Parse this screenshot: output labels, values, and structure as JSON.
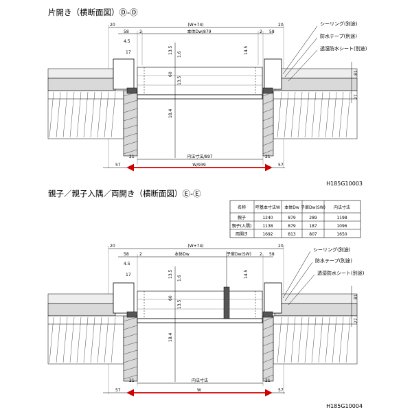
{
  "section1": {
    "title": "片開き（横断面図）Ⓓ-Ⓓ",
    "dims_top": {
      "total": "(W+74)",
      "d20_left": "20",
      "d20_right": "20",
      "d58_left": "58",
      "d58_right": "58",
      "d2_left": "2",
      "d2_right": "2",
      "body": "本体Dw/879",
      "v45": "4.5",
      "v17": "17"
    },
    "dims_inner": {
      "v135": "13.5",
      "v16": "1.6",
      "v145": "14.5",
      "v60": "60",
      "v135b": "13.5",
      "v184": "18.4"
    },
    "dims_right": {
      "r81": "81",
      "r27": "27"
    },
    "dims_bottom": {
      "d21_left": "21",
      "d21_right": "21",
      "inner": "内法寸法/897",
      "width": "W/939",
      "d57_left": "57",
      "d57_right": "57"
    },
    "callouts": [
      "シーリング(別途)",
      "防水テープ(別途)",
      "透湿防水シート(別途)"
    ],
    "code": "H185G10003"
  },
  "section2": {
    "title": "親子／親子入隅／両開き（横断面図）Ⓔ-Ⓔ",
    "table": {
      "headers": [
        "名称",
        "呼基本寸法W",
        "本体Dw",
        "子扉Dw(SW)",
        "内法寸法"
      ],
      "rows": [
        [
          "親子",
          "1240",
          "879",
          "289",
          "1198"
        ],
        [
          "親子(入隅)",
          "1138",
          "879",
          "187",
          "1096"
        ],
        [
          "両開き",
          "1692",
          "813",
          "807",
          "1650"
        ]
      ]
    },
    "dims_top": {
      "total": "(W+74)",
      "d20_left": "20",
      "d20_right": "20",
      "d58_left": "58",
      "d58_right": "58",
      "d2_left": "2",
      "d2_right": "2",
      "body": "本体Dw",
      "child": "子扉Dw(SW)",
      "v45": "4.5",
      "v17": "17"
    },
    "dims_inner": {
      "v135": "13.5",
      "v16": "1.6",
      "v145": "14.5",
      "v60": "60",
      "v135b": "13.5",
      "v184": "18.4"
    },
    "dims_right": {
      "r81": "81",
      "r27": "27"
    },
    "dims_bottom": {
      "d21_left": "21",
      "d21_right": "21",
      "inner": "内法寸法",
      "width": "W",
      "d57_left": "57",
      "d57_right": "57"
    },
    "callouts": [
      "シーリング(別途)",
      "防水テープ(別途)",
      "透湿防水シート(別途)"
    ],
    "code": "H185G10004"
  }
}
